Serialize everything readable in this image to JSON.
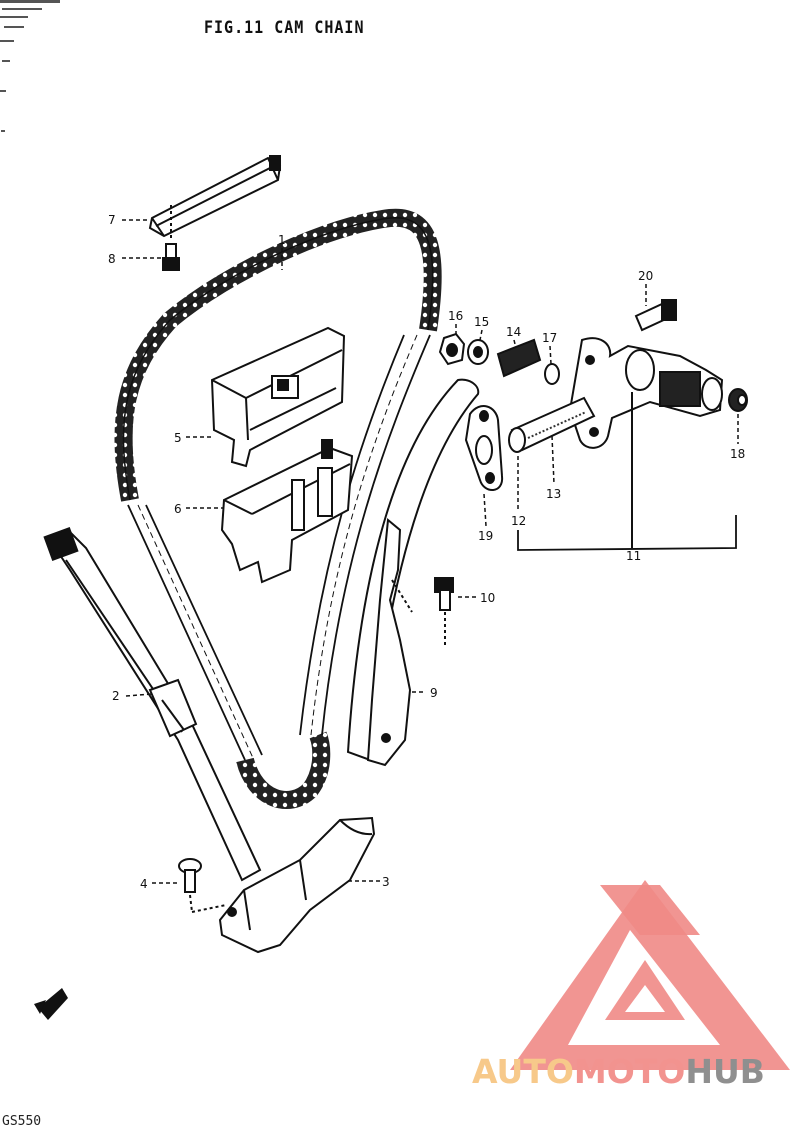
{
  "figure": {
    "title": "FIG.11  CAM CHAIN",
    "model_code": "GS550"
  },
  "watermark": {
    "part1": "AUTO",
    "part2": "MOTO",
    "part3": "HUB",
    "colors": {
      "auto": "#f7c98a",
      "moto": "#f2938f",
      "hub": "#8f8f8f",
      "logo": "#f08a86"
    }
  },
  "callouts": {
    "c1": "1",
    "c2": "2",
    "c3": "3",
    "c4": "4",
    "c5": "5",
    "c6": "6",
    "c7": "7",
    "c8": "8",
    "c9": "9",
    "c10": "10",
    "c11": "11",
    "c12": "12",
    "c13": "13",
    "c14": "14",
    "c15": "15",
    "c16": "16",
    "c17": "17",
    "c18": "18",
    "c19": "19",
    "c20": "20"
  }
}
